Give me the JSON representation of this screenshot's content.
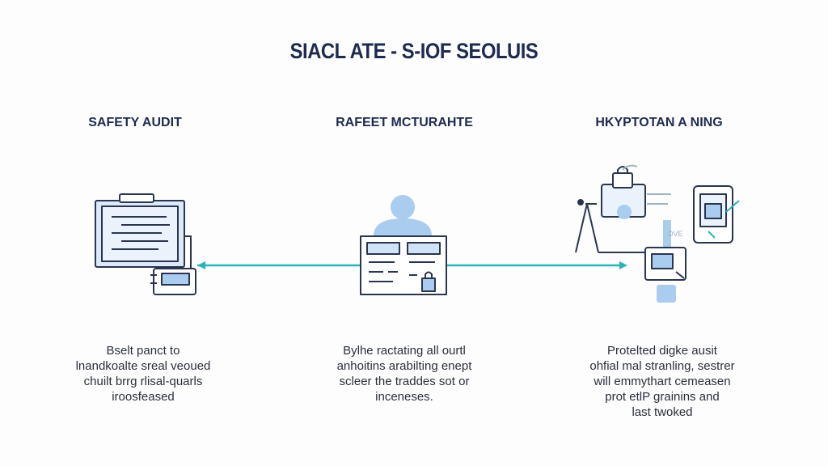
{
  "title": "SIACL ATE - S-IOF SEOLUIS",
  "columns": [
    {
      "heading": "SAFETY AUDIT",
      "icon": "clipboard-document-icon",
      "description": [
        "Bselt panct to",
        "lnandkoalte sreal veoued",
        "chuilt brrg rlisal-quarls",
        "iroosfeased"
      ]
    },
    {
      "heading": "RAFEET MCTURAHTE",
      "icon": "person-at-workstation-icon",
      "description": [
        "Bylhe ractating all ourtl",
        "anhoitins arabilting enept",
        "scleer the traddes sot or",
        "inceneses."
      ]
    },
    {
      "heading": "HKYPTOTAN A NING",
      "icon": "devices-monitoring-icon",
      "description": [
        "Protelted digke ausit",
        "ohfial mal stranling, sestrer",
        "will emmythart cemeasen",
        "prot etlP grainins and",
        "last twoked"
      ]
    }
  ],
  "connector": {
    "color": "#2bb3b8"
  },
  "colors": {
    "accent": "#2bb3b8",
    "outline": "#2a3550",
    "fill_light": "#dbe9f8",
    "fill_mid": "#a9ccef"
  },
  "device_label": "DVE"
}
